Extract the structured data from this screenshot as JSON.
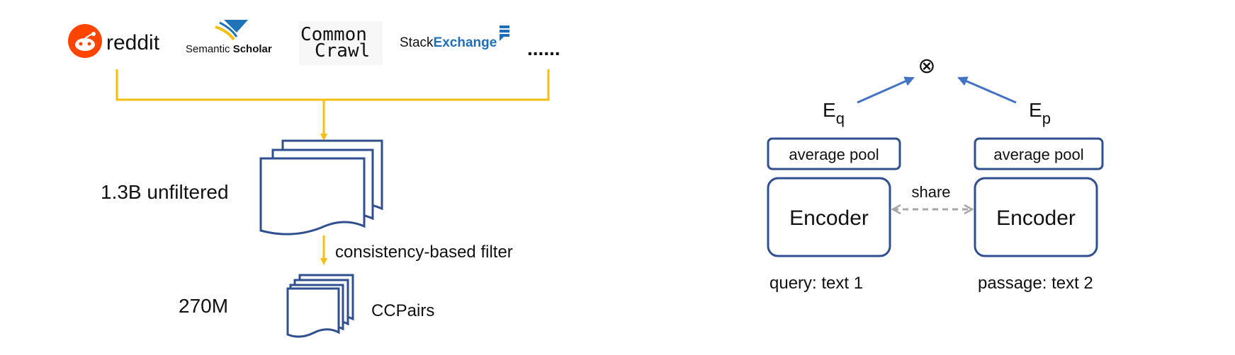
{
  "sources": {
    "reddit": "reddit",
    "semantic_scholar_a": "Semantic ",
    "semantic_scholar_b": "Scholar",
    "common_crawl_1": "Common",
    "common_crawl_2": "Crawl",
    "stack_a": "Stack",
    "stack_b": "Exchange",
    "more": "......"
  },
  "pipeline": {
    "unfiltered_count": "1.3B unfiltered",
    "filter_label": "consistency-based filter",
    "filtered_count": "270M",
    "output_name": "CCPairs"
  },
  "model": {
    "combine_symbol": "⊗",
    "query_emb_base": "E",
    "query_emb_sub": "q",
    "passage_emb_base": "E",
    "passage_emb_sub": "p",
    "pool_left": "average pool",
    "pool_right": "average pool",
    "encoder_left": "Encoder",
    "encoder_right": "Encoder",
    "share_label": "share",
    "query_input": "query: text 1",
    "passage_input": "passage: text 2"
  },
  "colors": {
    "flow": "#F5BE10",
    "doc_stroke": "#2F4F8F",
    "box_stroke": "#2F4F8F",
    "arrow_blue": "#4472C4",
    "share_gray": "#A6A6A6",
    "reddit_orange": "#FF4500",
    "scholar_blue": "#1F73B7",
    "common_yellow": "#E8B923",
    "crawl_gray": "#666666",
    "stack_blue": "#1E6FBA"
  }
}
